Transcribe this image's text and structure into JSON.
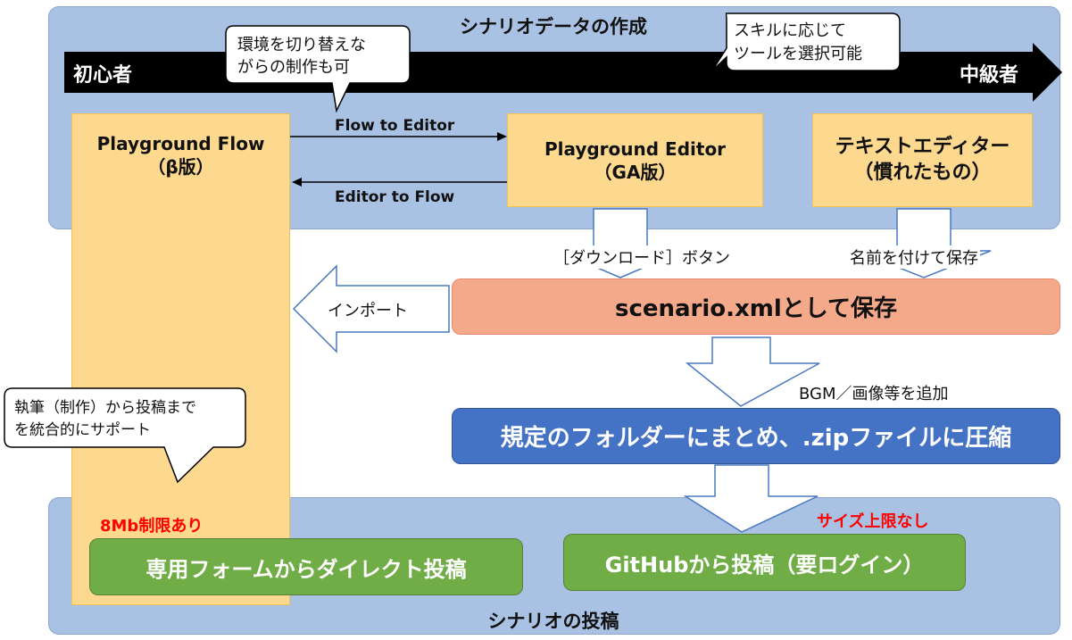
{
  "top_panel": {
    "title": "シナリオデータの作成"
  },
  "bottom_panel": {
    "title": "シナリオの投稿"
  },
  "skill_arrow": {
    "left": "初心者",
    "right": "中級者"
  },
  "callouts": {
    "switch": [
      "環境を切り替えな",
      "がらの制作も可"
    ],
    "skill": [
      "スキルに応じて",
      "ツールを選択可能"
    ],
    "support": [
      "執筆（制作）から投稿まで",
      "を統合的にサポート"
    ]
  },
  "boxes": {
    "flow": {
      "line1": "Playground Flow",
      "line2": "（β版）"
    },
    "editor": {
      "line1": "Playground Editor",
      "line2": "（GA版）"
    },
    "text_editor": {
      "line1": "テキストエディター",
      "line2": "（慣れたもの）"
    }
  },
  "connectors": {
    "flow_to_editor": "Flow to Editor",
    "editor_to_flow": "Editor to Flow",
    "download_button": "［ダウンロード］ボタン",
    "save_with_name": "名前を付けて保存",
    "import": "インポート",
    "add_assets": "BGM／画像等を追加"
  },
  "steps": {
    "save_xml": "scenario.xmlとして保存",
    "zip": "規定のフォルダーにまとめ、.zipファイルに圧縮"
  },
  "submission": {
    "direct": "専用フォームからダイレクト投稿",
    "direct_note": "8Mb制限あり",
    "github": "GitHubから投稿（要ログイン）",
    "github_note": "サイズ上限なし"
  },
  "colors": {
    "panel": "#a9c2e4",
    "yellow_box": "#fdd98f",
    "salmon": "#f4a98a",
    "blue_box": "#4472c4",
    "green_box": "#70ad47",
    "note_red": "#ff0000"
  }
}
